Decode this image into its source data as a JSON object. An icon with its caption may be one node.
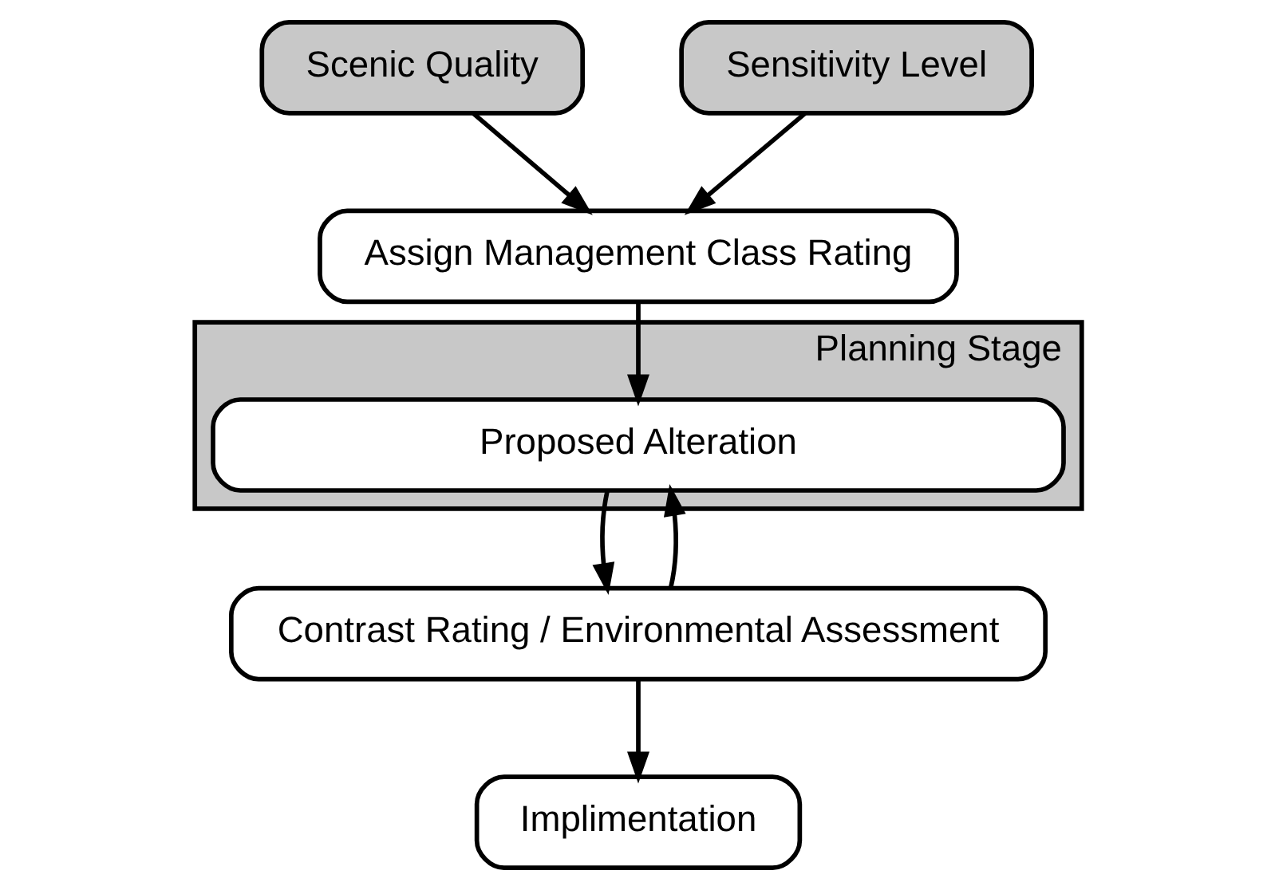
{
  "diagram": {
    "nodes": [
      {
        "text": [
          "Scenic Quality"
        ]
      },
      {
        "text": [
          "Sensitivity Level"
        ]
      },
      {
        "text": [
          "Assign Management Class Rating"
        ]
      },
      {
        "text": [
          "Planning Stage"
        ]
      },
      {
        "text": [
          "Proposed Alteration"
        ],
        "in": 3
      },
      {
        "text": [
          "Contrast Rating / Environmental Assessment"
        ]
      },
      {
        "text": [
          "Implimentation"
        ]
      }
    ],
    "edges": [
      {
        "from": 0,
        "to": 2,
        "arrow": "to"
      },
      {
        "from": 1,
        "to": 2,
        "arrow": "to"
      },
      {
        "from": 2,
        "to": 4,
        "arrow": "to"
      },
      {
        "from": 4,
        "to": 5,
        "arrow": "to"
      },
      {
        "from": 5,
        "to": 4,
        "arrow": "to"
      },
      {
        "from": 5,
        "to": 6,
        "arrow": "to"
      }
    ]
  }
}
